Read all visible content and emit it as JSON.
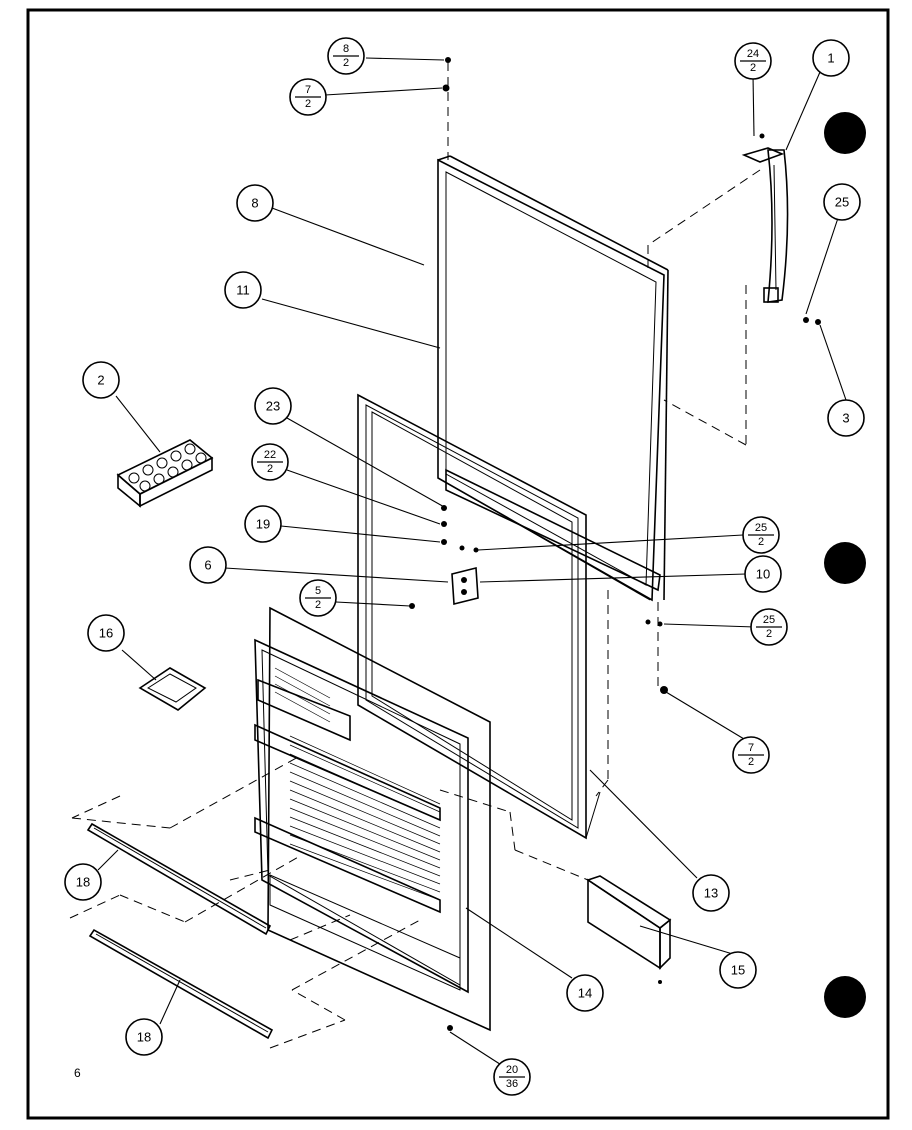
{
  "page_number": "6",
  "callouts": [
    {
      "id": "c1",
      "num": "1"
    },
    {
      "id": "c2",
      "num": "2"
    },
    {
      "id": "c3",
      "num": "3"
    },
    {
      "id": "c6",
      "num": "6"
    },
    {
      "id": "c8",
      "num": "8"
    },
    {
      "id": "c10",
      "num": "10"
    },
    {
      "id": "c11",
      "num": "11"
    },
    {
      "id": "c13",
      "num": "13"
    },
    {
      "id": "c14",
      "num": "14"
    },
    {
      "id": "c15",
      "num": "15"
    },
    {
      "id": "c16",
      "num": "16"
    },
    {
      "id": "c18a",
      "num": "18"
    },
    {
      "id": "c18b",
      "num": "18"
    },
    {
      "id": "c19",
      "num": "19"
    },
    {
      "id": "c23",
      "num": "23"
    },
    {
      "id": "c25",
      "num": "25"
    }
  ],
  "fraction_callouts": [
    {
      "id": "f8_2",
      "top": "8",
      "bottom": "2"
    },
    {
      "id": "f7_2a",
      "top": "7",
      "bottom": "2"
    },
    {
      "id": "f24_2",
      "top": "24",
      "bottom": "2"
    },
    {
      "id": "f22_2",
      "top": "22",
      "bottom": "2"
    },
    {
      "id": "f25_2a",
      "top": "25",
      "bottom": "2"
    },
    {
      "id": "f5_2",
      "top": "5",
      "bottom": "2"
    },
    {
      "id": "f25_2b",
      "top": "25",
      "bottom": "2"
    },
    {
      "id": "f7_2b",
      "top": "7",
      "bottom": "2"
    },
    {
      "id": "f20_36",
      "top": "20",
      "bottom": "36"
    }
  ]
}
